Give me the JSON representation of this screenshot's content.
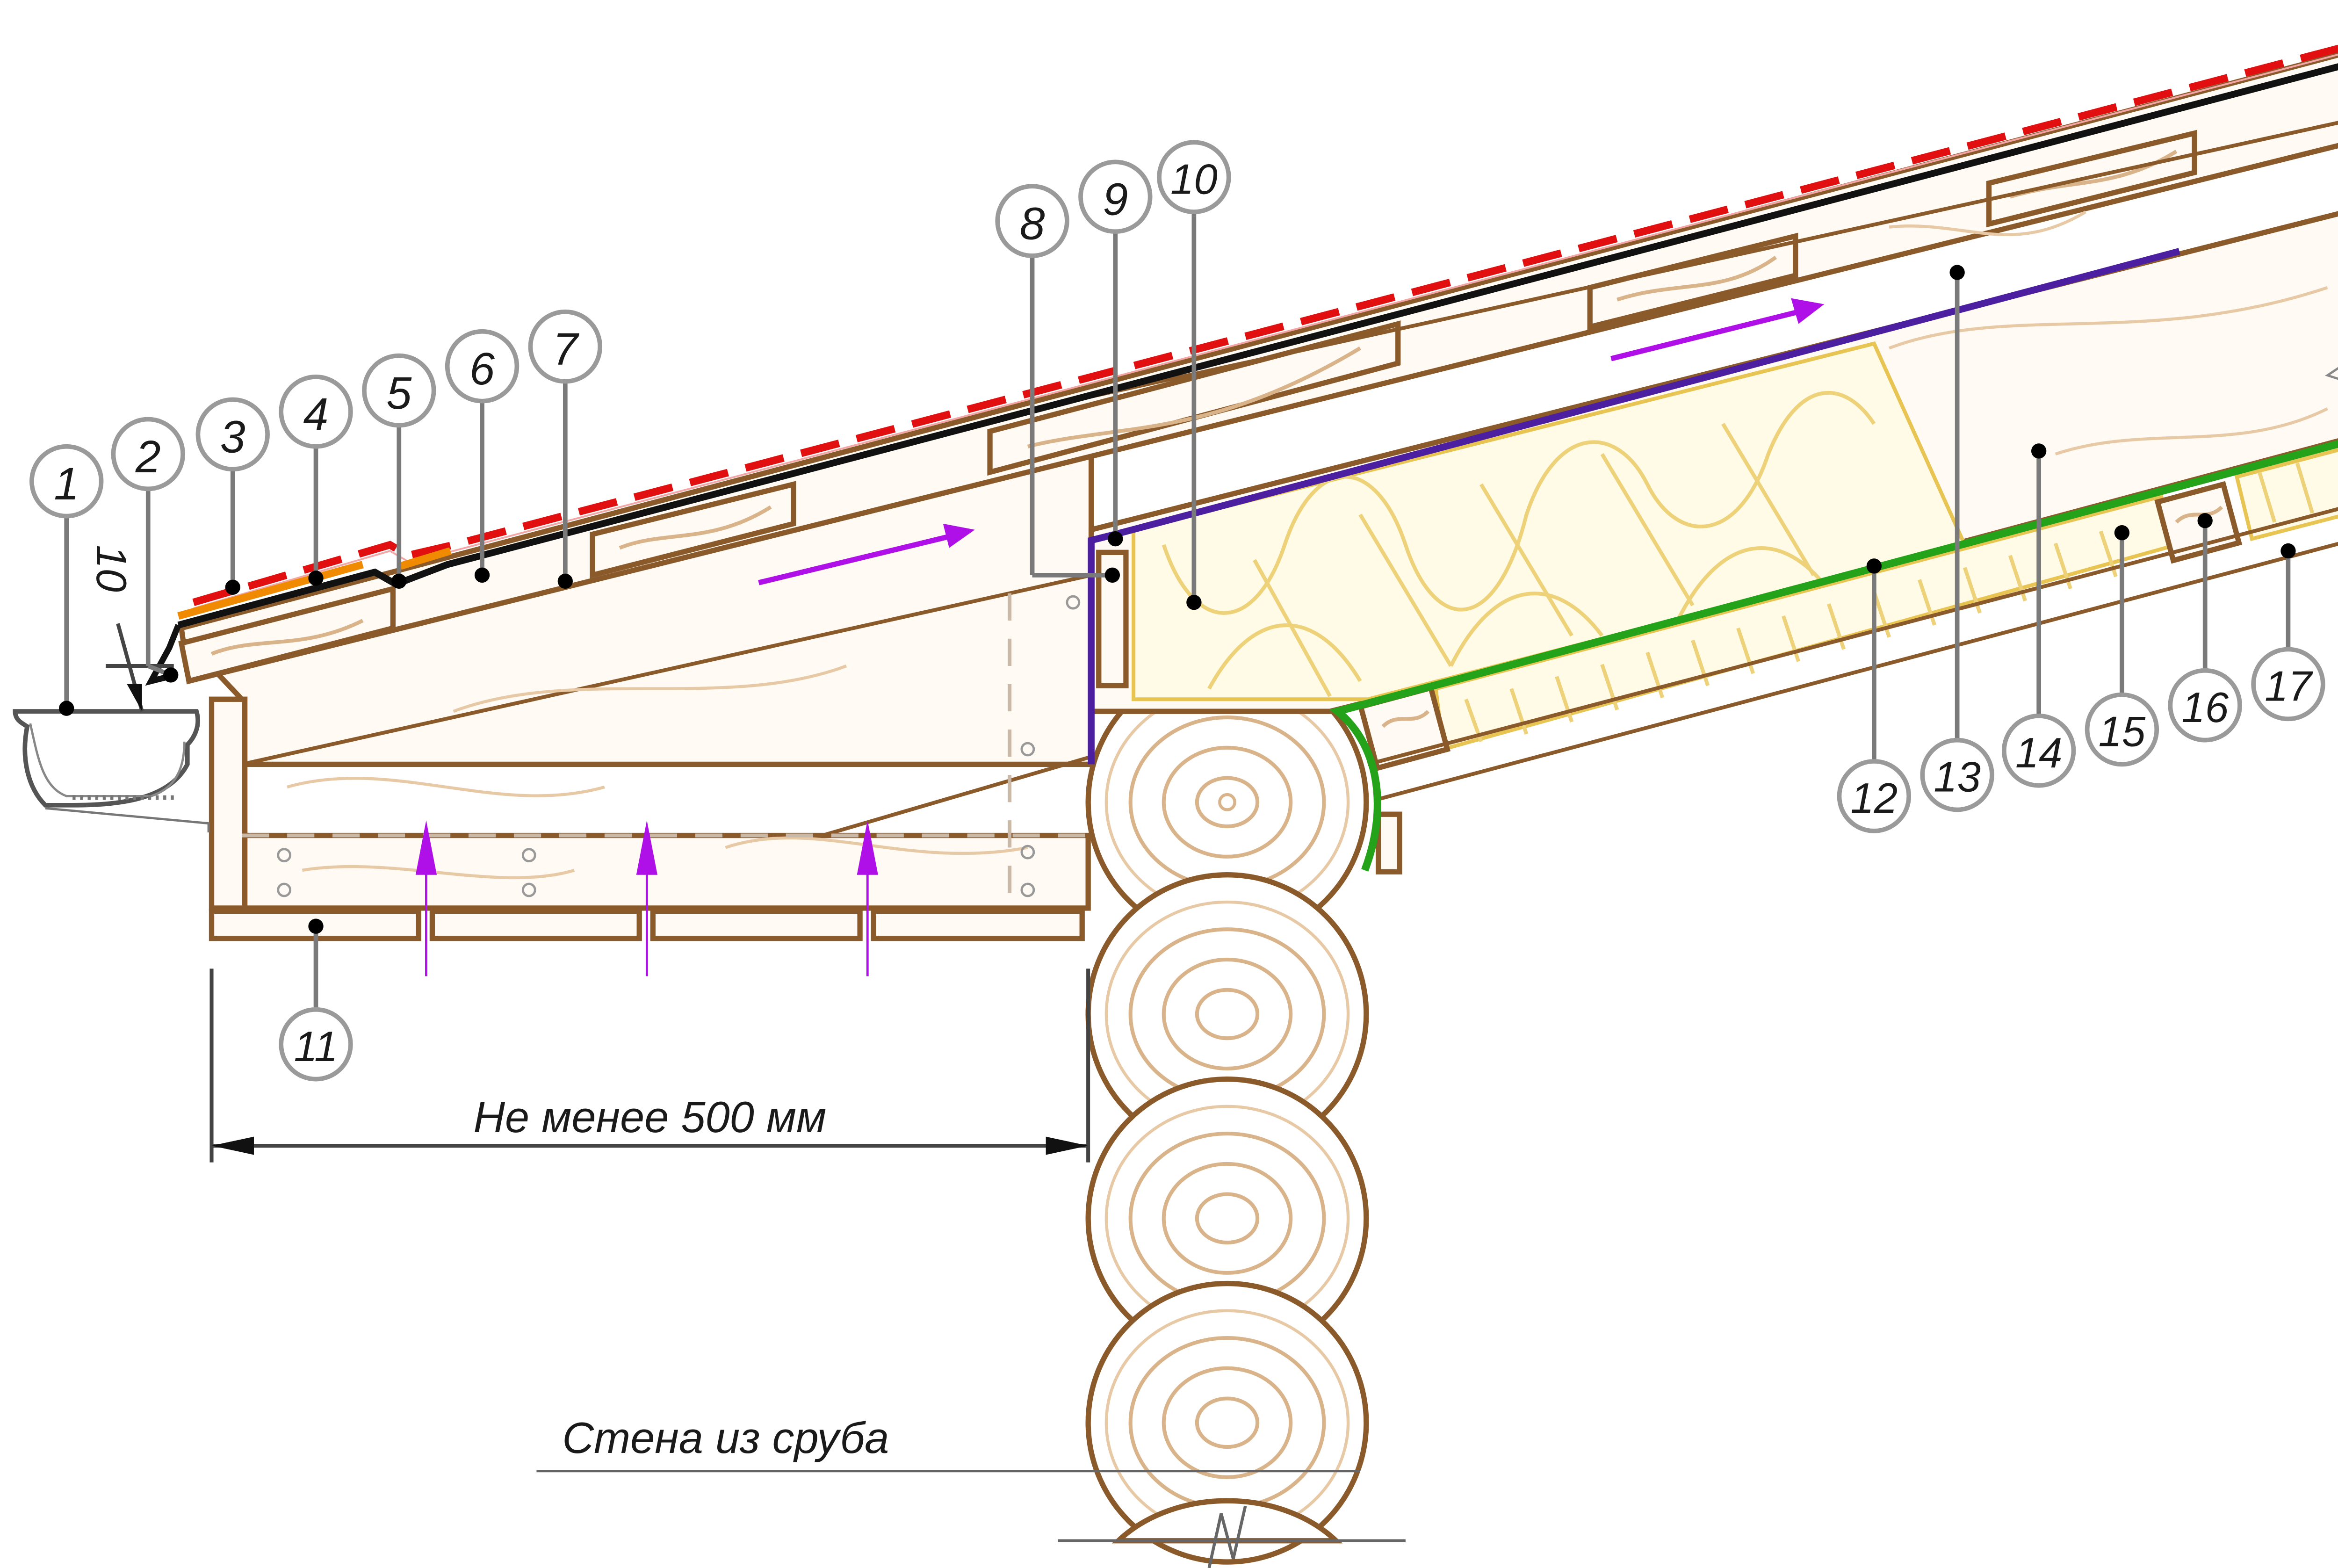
{
  "colors": {
    "roofing_red": "#e10f0f",
    "underlay_black": "#111111",
    "drip_orange": "#f08a00",
    "vapour_purple": "#4b1fa0",
    "membrane_green": "#23a21a",
    "airflow_magenta": "#b010e8",
    "wood_brown": "#8b5a2b",
    "insulation_yellow": "#e8c453"
  },
  "callouts": [
    {
      "id": "c1",
      "label": "1"
    },
    {
      "id": "c2",
      "label": "2"
    },
    {
      "id": "c3",
      "label": "3"
    },
    {
      "id": "c4",
      "label": "4"
    },
    {
      "id": "c5",
      "label": "5"
    },
    {
      "id": "c6",
      "label": "6"
    },
    {
      "id": "c7",
      "label": "7"
    },
    {
      "id": "c8",
      "label": "8"
    },
    {
      "id": "c9",
      "label": "9"
    },
    {
      "id": "c10",
      "label": "10"
    },
    {
      "id": "c11",
      "label": "11"
    },
    {
      "id": "c12",
      "label": "12"
    },
    {
      "id": "c13",
      "label": "13"
    },
    {
      "id": "c14",
      "label": "14"
    },
    {
      "id": "c15",
      "label": "15"
    },
    {
      "id": "c16",
      "label": "16"
    },
    {
      "id": "c17",
      "label": "17"
    }
  ],
  "dimension_overhang": "Не менее 500 мм",
  "dimension_gutter_offset": "10",
  "wall_label": "Стена из сруба"
}
